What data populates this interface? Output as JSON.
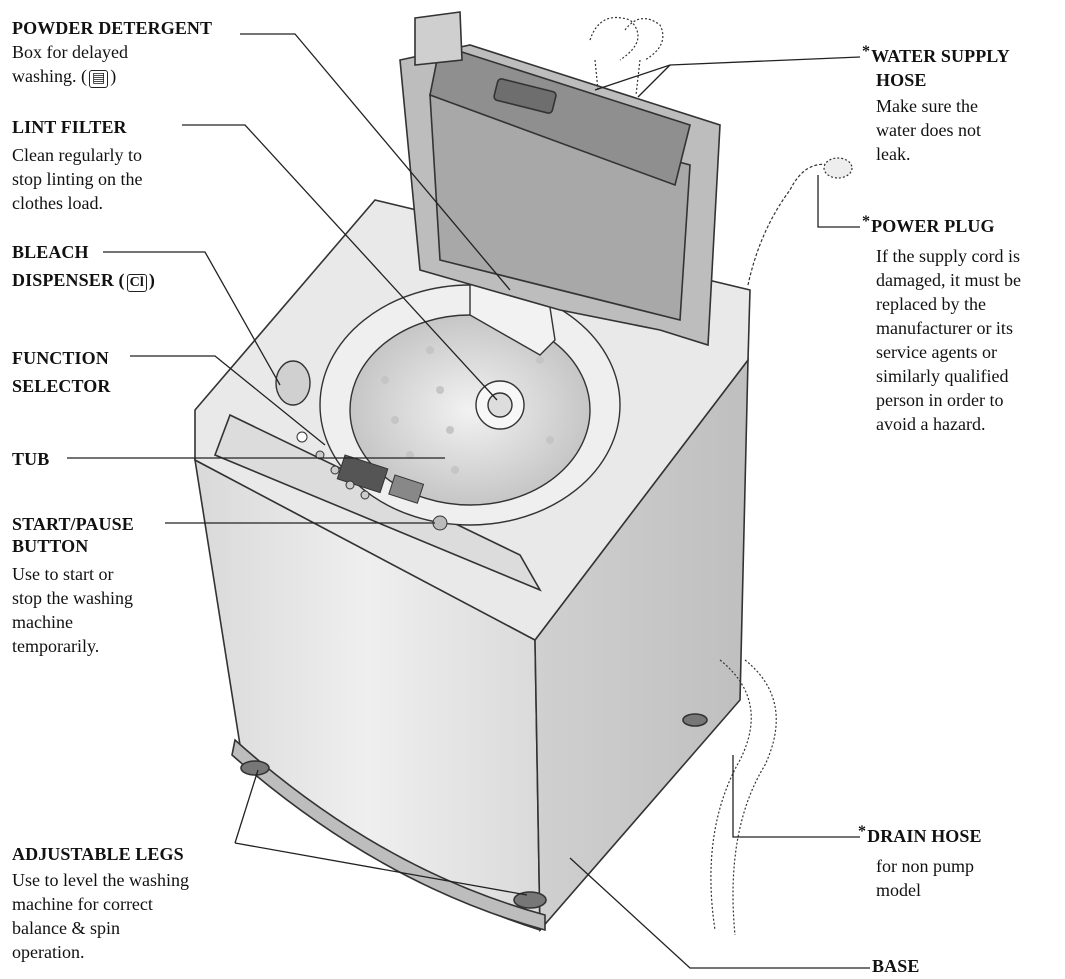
{
  "labels": {
    "powder_detergent": {
      "title": "POWDER DETERGENT",
      "desc": [
        "Box for delayed",
        "washing."
      ],
      "icon": "detergent-box-icon",
      "icon_glyph": "▤"
    },
    "lint_filter": {
      "title": "LINT FILTER",
      "desc": [
        "Clean regularly to",
        "stop linting on the",
        "clothes load."
      ]
    },
    "bleach_dispenser": {
      "title_lines": [
        "BLEACH",
        "DISPENSER"
      ],
      "icon": "bleach-cl-icon",
      "icon_glyph": "Cl"
    },
    "function_selector": {
      "title_lines": [
        "FUNCTION",
        "SELECTOR"
      ]
    },
    "tub": {
      "title": "TUB"
    },
    "start_pause": {
      "title_lines": [
        "START/PAUSE",
        "BUTTON"
      ],
      "desc": [
        "Use to start or",
        "stop the washing",
        "machine",
        "temporarily."
      ]
    },
    "adjustable_legs": {
      "title": "ADJUSTABLE LEGS",
      "desc": [
        "Use to level the washing",
        "machine for correct",
        "balance & spin",
        "operation."
      ]
    },
    "water_supply_hose": {
      "marker": "*",
      "title_lines": [
        "WATER SUPPLY",
        "HOSE"
      ],
      "desc": [
        "Make sure the",
        "water does not",
        "leak."
      ]
    },
    "power_plug": {
      "marker": "*",
      "title": "POWER PLUG",
      "desc": [
        "If the supply cord is",
        "damaged, it must be",
        "replaced by the",
        "manufacturer or its",
        "service agents or",
        "similarly qualified",
        "person in order to",
        "avoid a hazard."
      ]
    },
    "drain_hose": {
      "marker": "*",
      "title": "DRAIN HOSE",
      "desc": [
        "for non pump",
        "model"
      ]
    },
    "base": {
      "title": "BASE"
    }
  },
  "colors": {
    "line": "#222222",
    "body_fill": "#e6e6e6",
    "body_shade": "#cfcfcf",
    "lid_fill": "#b9b9b9",
    "tub_fill": "#d4d4d4"
  }
}
